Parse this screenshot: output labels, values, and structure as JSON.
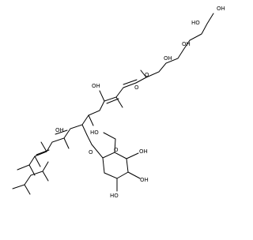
{
  "molecule": {
    "atom_labels": {
      "oh1": "OH",
      "oh2": "HO",
      "oh3": "OH",
      "oh4": "OH",
      "ester_o": "O",
      "carbonyl_o": "O",
      "oh5": "OH",
      "oh6": "OH",
      "ether_o": "O",
      "ring_o": "O",
      "ch2oh": "HO",
      "oh7": "OH",
      "oh8": "OH",
      "oh9": "HO"
    }
  },
  "colors": {
    "bond": "#000000",
    "background": "#ffffff"
  }
}
